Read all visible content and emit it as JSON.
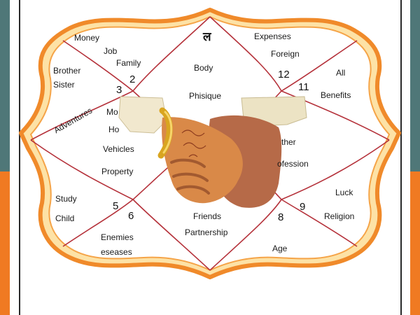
{
  "colors": {
    "outer_border": "#f08a2a",
    "inner_fill": "#fde2a6",
    "line": "#b5323b",
    "teal": "#4f7778",
    "orange": "#f07a22"
  },
  "photo": "two clasped hands with henna and gold bangles",
  "top_symbol": "ल",
  "numbers": {
    "n2": "2",
    "n3": "3",
    "n5": "5",
    "n6": "6",
    "n8": "8",
    "n9": "9",
    "n11": "11",
    "n12": "12"
  },
  "labels": {
    "money": "Money",
    "job": "Job",
    "family": "Family",
    "brother": "Brother",
    "sister": "Sister",
    "adventures": "Adventures",
    "mo": "Mo",
    "ho": "Ho",
    "vehicles": "Vehicles",
    "property": "Property",
    "study": "Study",
    "child": "Child",
    "enemies": "Enemies",
    "diseases": "eseases",
    "body": "Body",
    "phisique": "Phisique",
    "friends": "Friends",
    "partnership": "Partnership",
    "age": "Age",
    "expenses": "Expenses",
    "foreign": "Foreign",
    "all": "All",
    "benefits": "Benefits",
    "ther": "ther",
    "ofession": "ofession",
    "luck": "Luck",
    "religion": "Religion"
  }
}
